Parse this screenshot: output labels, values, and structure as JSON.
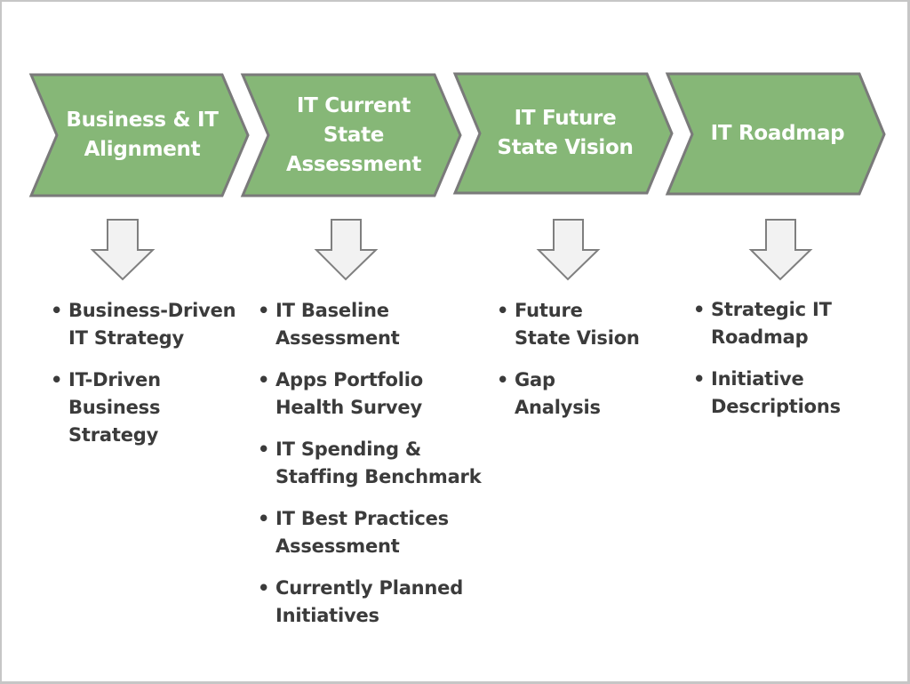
{
  "colors": {
    "chevron_fill": "#86b777",
    "chevron_stroke": "#7a7a7a",
    "arrow_fill": "#f2f2f2",
    "arrow_stroke": "#7f7f7f",
    "text": "#3b3b3b",
    "frame_border": "#c6c6c6"
  },
  "phases": [
    {
      "title": "Business & IT\nAlignment",
      "arrow_icon": "down-arrow-icon",
      "items": [
        "Business-Driven\nIT Strategy",
        "IT-Driven\nBusiness\nStrategy"
      ]
    },
    {
      "title": "IT Current\nState\nAssessment",
      "arrow_icon": "down-arrow-icon",
      "items": [
        "IT Baseline\nAssessment",
        "Apps Portfolio\nHealth Survey",
        "IT Spending &\nStaffing Benchmark",
        "IT Best Practices\nAssessment",
        "Currently Planned\nInitiatives"
      ]
    },
    {
      "title": "IT Future\nState Vision",
      "arrow_icon": "down-arrow-icon",
      "items": [
        "Future\nState Vision",
        "Gap\nAnalysis"
      ]
    },
    {
      "title": "IT Roadmap",
      "arrow_icon": "down-arrow-icon",
      "items": [
        "Strategic IT\nRoadmap",
        "Initiative\nDescriptions"
      ]
    }
  ],
  "bullet_glyph": "•"
}
